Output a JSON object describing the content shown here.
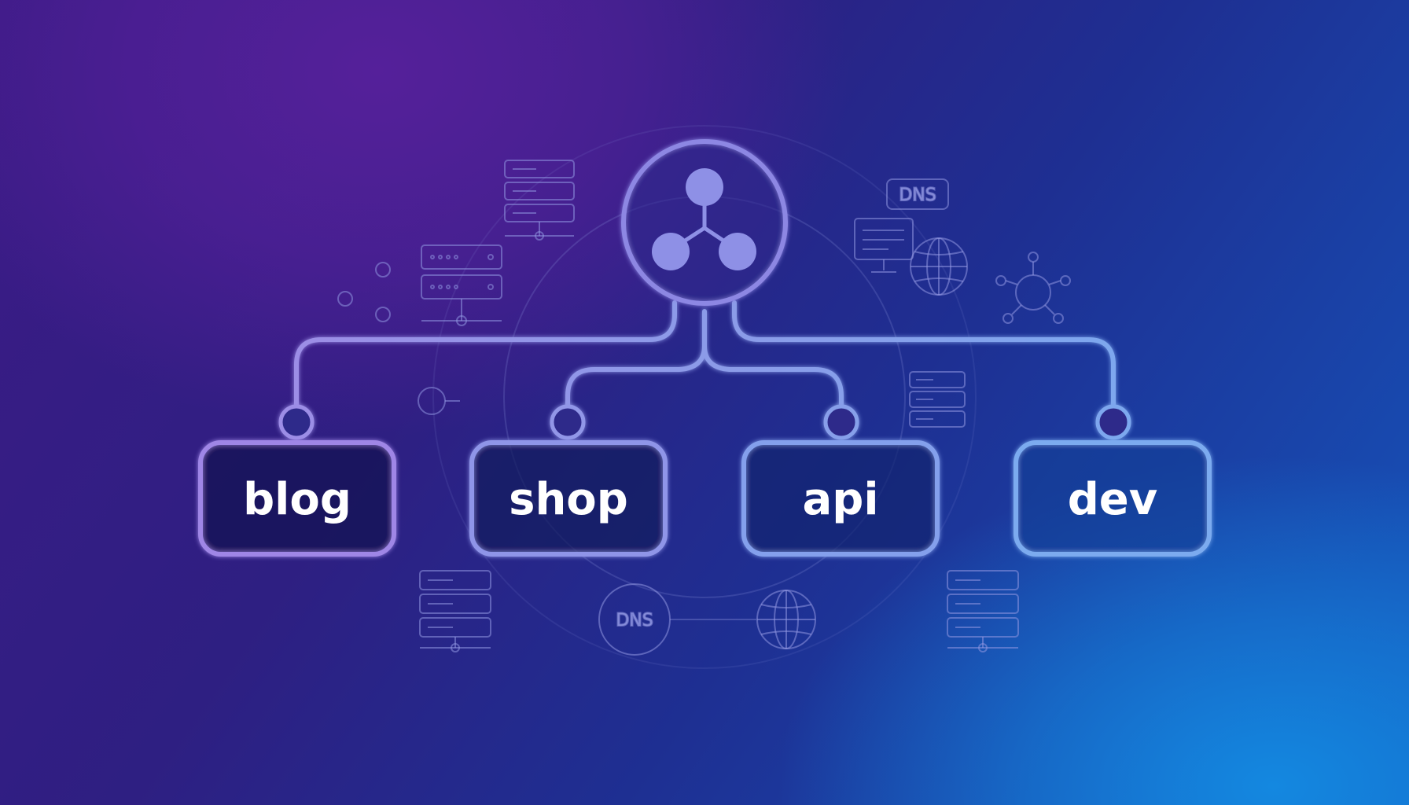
{
  "diagram": {
    "hub": {
      "icon": "network-nodes-icon"
    },
    "nodes": [
      {
        "id": "blog",
        "label": "blog"
      },
      {
        "id": "shop",
        "label": "shop"
      },
      {
        "id": "api",
        "label": "api"
      },
      {
        "id": "dev",
        "label": "dev"
      }
    ],
    "decor": {
      "dns_badge": "DNS",
      "dns_circle": "DNS"
    }
  },
  "colors": {
    "line_left": "#9a85e8",
    "line_right": "#7ea6ec",
    "box_fill": "rgba(20,20,90,0.35)",
    "decor": "#8f95e0"
  }
}
